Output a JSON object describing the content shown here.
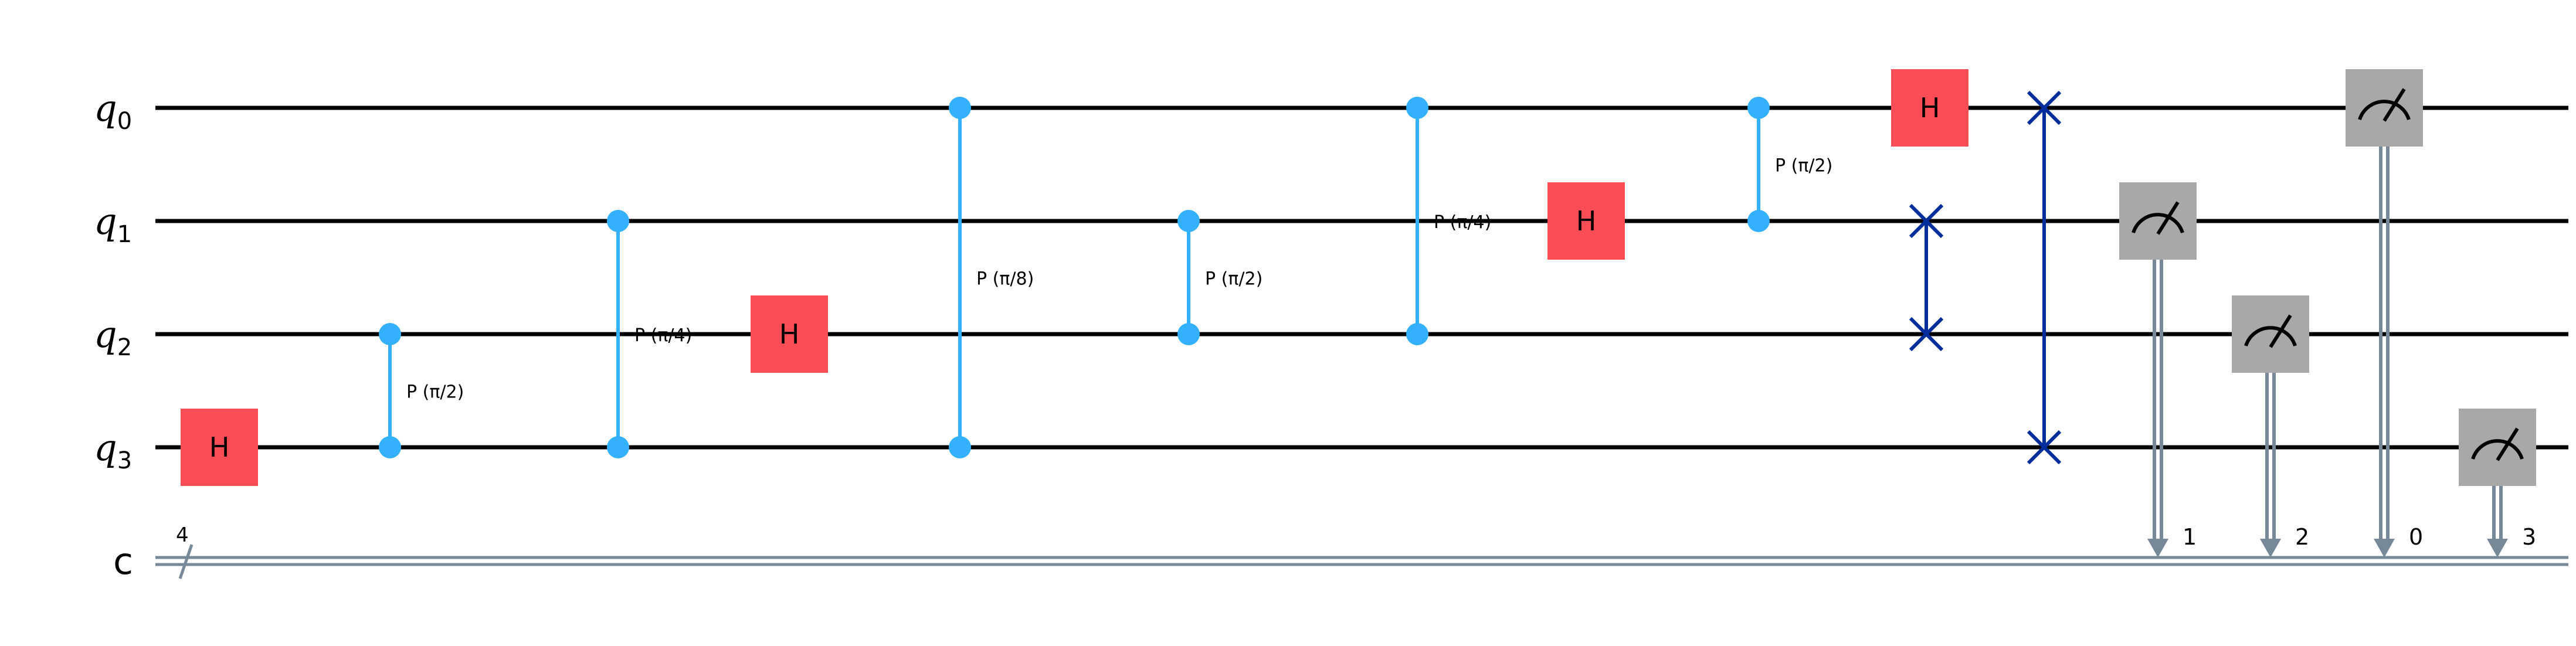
{
  "circuit": {
    "qubits": [
      {
        "label": "q",
        "index": "0"
      },
      {
        "label": "q",
        "index": "1"
      },
      {
        "label": "q",
        "index": "2"
      },
      {
        "label": "q",
        "index": "3"
      }
    ],
    "classical_register": {
      "label": "c",
      "size": "4"
    },
    "gates": [
      {
        "type": "h",
        "label": "H",
        "qubit": 3,
        "step": 0
      },
      {
        "type": "cp",
        "label": "P (π/2)",
        "control": 2,
        "target": 3,
        "step": 1
      },
      {
        "type": "cp",
        "label": "P (π/4)",
        "control": 1,
        "target": 3,
        "step": 2
      },
      {
        "type": "h",
        "label": "H",
        "qubit": 2,
        "step": 3
      },
      {
        "type": "cp",
        "label": "P (π/8)",
        "control": 0,
        "target": 3,
        "step": 4
      },
      {
        "type": "cp",
        "label": "P (π/2)",
        "control": 1,
        "target": 2,
        "step": 5
      },
      {
        "type": "cp",
        "label": "P (π/4)",
        "control": 0,
        "target": 2,
        "step": 6
      },
      {
        "type": "h",
        "label": "H",
        "qubit": 1,
        "step": 7
      },
      {
        "type": "cp",
        "label": "P (π/2)",
        "control": 0,
        "target": 1,
        "step": 8
      },
      {
        "type": "h",
        "label": "H",
        "qubit": 0,
        "step": 9
      },
      {
        "type": "swap",
        "qubits": [
          1,
          2
        ],
        "step": 9
      },
      {
        "type": "swap",
        "qubits": [
          0,
          3
        ],
        "step": 10
      },
      {
        "type": "measure",
        "qubit": 1,
        "bit": "1",
        "step": 11
      },
      {
        "type": "measure",
        "qubit": 2,
        "bit": "2",
        "step": 12
      },
      {
        "type": "measure",
        "qubit": 0,
        "bit": "0",
        "step": 13
      },
      {
        "type": "measure",
        "qubit": 3,
        "bit": "3",
        "step": 14
      }
    ],
    "colors": {
      "h_gate": "#fa4d56",
      "controlled_phase": "#33b1ff",
      "swap": "#002d9c",
      "measure": "#a8a8a8",
      "classical_wire": "#778899"
    }
  }
}
